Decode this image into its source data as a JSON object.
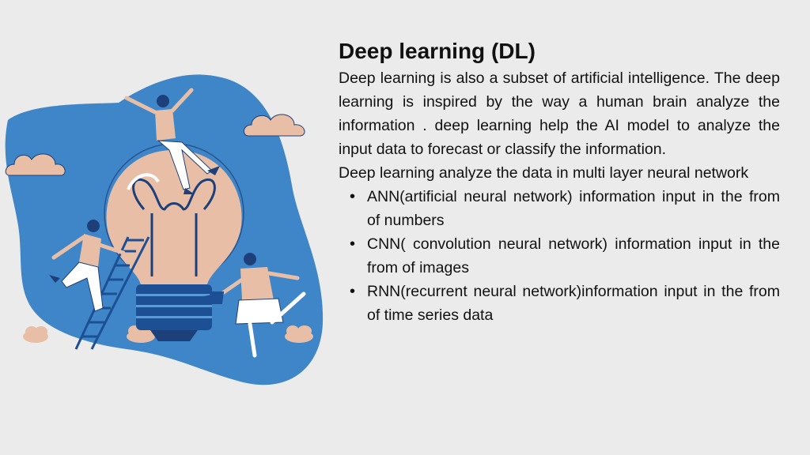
{
  "slide": {
    "title": "Deep learning (DL)",
    "paragraphs": [
      "Deep learning is also a subset of artificial intelligence. The deep learning is inspired by the way a human brain analyze the information . deep learning help the AI model to analyze the input data to forecast or classify the information.",
      "Deep learning analyze the data in multi layer neural network"
    ],
    "bullet_symbol": "•",
    "bullets": [
      "ANN(artificial neural network) information input in the from of numbers",
      "CNN( convolution neural network) information input in the from of images",
      "RNN(recurrent neural network)information input in the from of time series data"
    ]
  },
  "illustration": {
    "description_icon": "idea-lightbulb-people-illustration",
    "colors": {
      "blob": "#3f86c8",
      "bulb": "#e8bfa6",
      "bulb_base": "#1d4f94",
      "cloud": "#e8bfa6",
      "outline": "#1d3f7a"
    }
  }
}
